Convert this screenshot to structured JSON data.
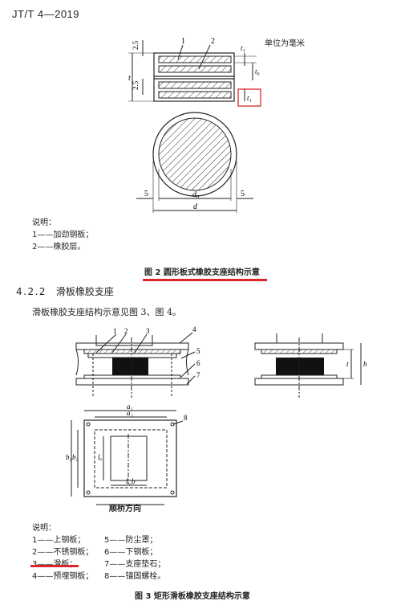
{
  "header": {
    "code": "JT/T 4—2019"
  },
  "figure2": {
    "unit_note": "单位为毫米",
    "dims": {
      "d2_5_top": "2.5",
      "d2_5_bot": "2.5",
      "t": "t",
      "t1": "t₁",
      "t0": "t₀",
      "t1b": "t₁",
      "c1": "1",
      "c2": "2",
      "five_left": "5",
      "five_right": "5",
      "d0": "d₀",
      "d": "d"
    },
    "legend_title": "说明：",
    "legend": [
      "1——加劲钢板；",
      "2——橡胶层。"
    ],
    "caption": "图 2    圆形板式橡胶支座结构示意"
  },
  "section": {
    "number": "4.2.2",
    "title": "滑板橡胶支座"
  },
  "paragraph": "滑板橡胶支座结构示意见图 3、图 4。",
  "figure3": {
    "callouts": [
      "1",
      "2",
      "3",
      "4",
      "5",
      "6",
      "7",
      "8"
    ],
    "dims": {
      "t": "t",
      "h": "h",
      "a1": "a₁",
      "a2": "a₂",
      "b1": "b₁",
      "b2": "b₂",
      "la": "lₐ",
      "lb": "l_b"
    },
    "direction": "顺桥方向",
    "legend_title": "说明：",
    "legend_left": [
      "1——上钢板；",
      "2——不锈钢板；",
      "3——滑板；",
      "4——预埋钢板；"
    ],
    "legend_right": [
      "5——防尘罩；",
      "6——下钢板；",
      "7——支座垫石；",
      "8——锚固螺栓。"
    ],
    "caption": "图 3    矩形滑板橡胶支座结构示意"
  },
  "annotations": {
    "box_color": "#d9262b",
    "underline_color": "#d9262b"
  }
}
